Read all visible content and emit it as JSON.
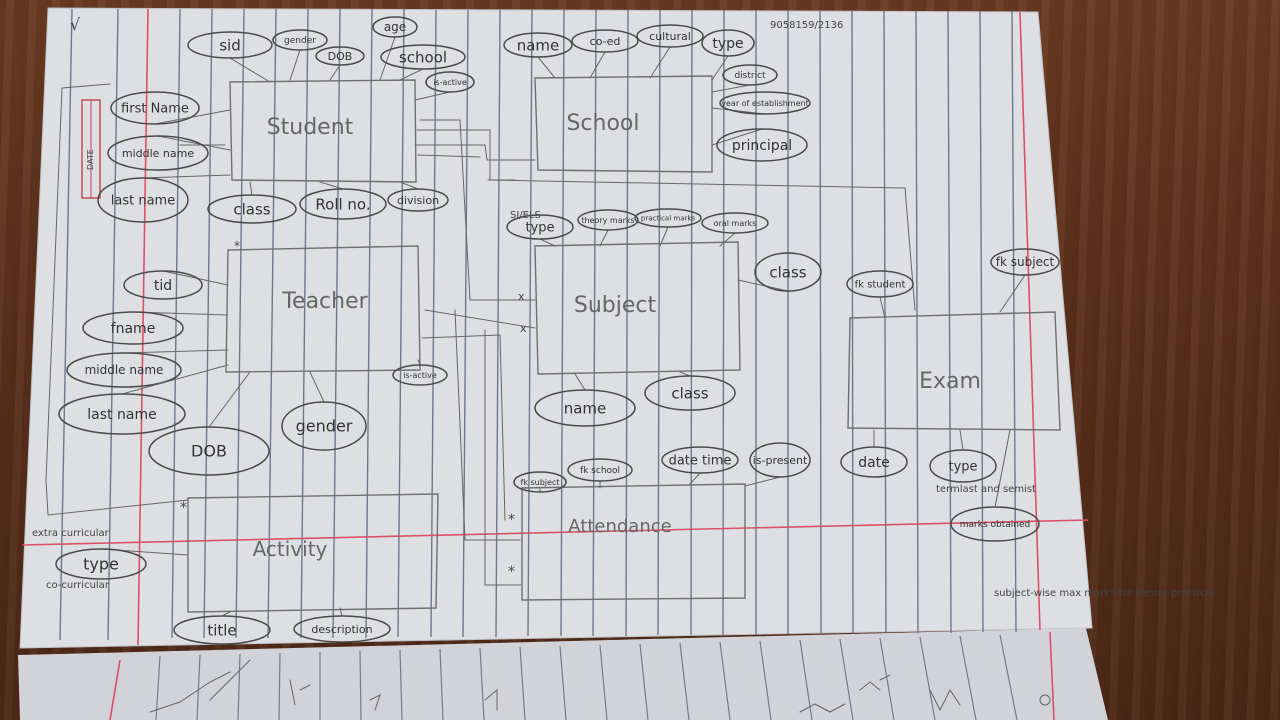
{
  "diagram": {
    "entities": {
      "student": "Student",
      "school": "School",
      "teacher": "Teacher",
      "subject": "Subject",
      "exam": "Exam",
      "attendance": "Attendance",
      "activity": "Activity"
    },
    "student_attrs": [
      "sid",
      "gender",
      "DOB",
      "age",
      "school",
      "is-active",
      "first Name",
      "middle name",
      "last name",
      "class",
      "Roll no.",
      "division"
    ],
    "date_tag": "DATE",
    "school_attrs": [
      "name",
      "co-ed",
      "cultural",
      "type",
      "district",
      "year of establishment",
      "principal"
    ],
    "school_note": "9058159/2136",
    "teacher_attrs": [
      "tid",
      "fname",
      "middle name",
      "last name",
      "DOB",
      "gender",
      "is-active"
    ],
    "subject_attrs": [
      "type",
      "theory marks",
      "practical marks",
      "oral marks",
      "class",
      "name",
      "class"
    ],
    "subject_note": "SI/ELS",
    "exam_attrs": [
      "fk student",
      "fk subject",
      "date",
      "type",
      "marks obtained"
    ],
    "exam_type_values": "termlast and semist",
    "exam_marks_note": "subject-wise max marks for theory practical",
    "attendance_attrs": [
      "fk subject",
      "fk school",
      "date time",
      "is-present"
    ],
    "activity_attrs": [
      "type",
      "title",
      "description"
    ],
    "activity_note_top": "extra curricular",
    "activity_note_bottom": "co-curricular",
    "marks": [
      "*",
      "*",
      "*",
      "*",
      "x",
      "x"
    ],
    "checkmark": "√"
  }
}
